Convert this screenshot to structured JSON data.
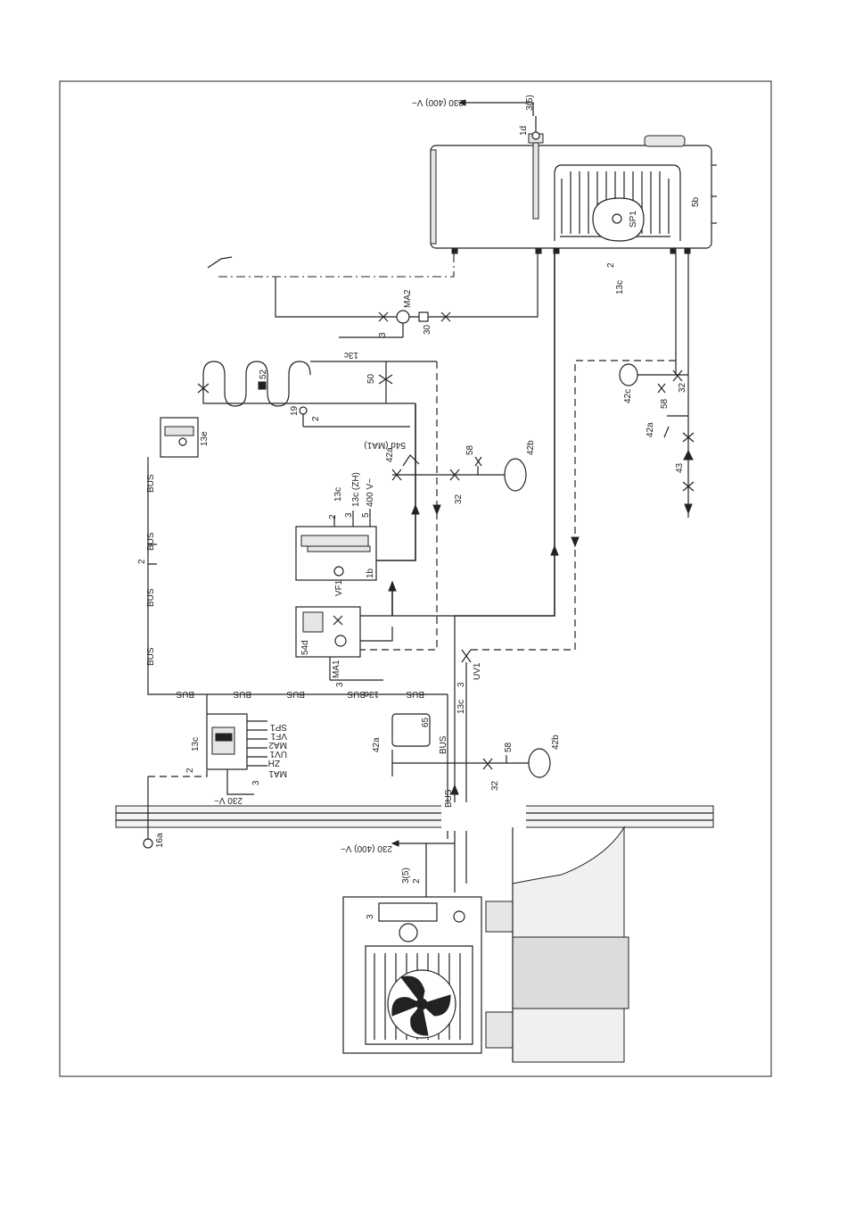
{
  "labels": {
    "l_230_top": "230 (400) V~",
    "l_35_top": "3(5)",
    "l_1d": "1d",
    "l_sp1": "SP1",
    "l_5b": "5b",
    "l_13c_tank": "13c",
    "l_2_tank": "2",
    "l_ma2": "MA2",
    "l_30": "30",
    "l_3_ma2": "3",
    "l_13c_ma2": "13c",
    "l_52": "52",
    "l_50": "50",
    "l_19": "19",
    "l_2_19": "2",
    "l_54d_ma1": "54d (MA1)",
    "l_42a_mid": "42a",
    "l_58_mid": "58",
    "l_32_mid": "32",
    "l_42b_mid": "42b",
    "l_13e": "13e",
    "l_bus1": "BUS",
    "l_bus2": "BUS",
    "l_2_bus": "2",
    "l_bus3": "BUS",
    "l_bus4": "BUS",
    "l_13c_1b": "13c",
    "l_13czh": "13c (ZH)",
    "l_400v": "400 V~",
    "l_2_1b": "2",
    "l_3_1b": "3",
    "l_5_1b": "5",
    "l_vf1": "VF1",
    "l_1b": "1b",
    "l_54d": "54d",
    "l_ma1": "MA1",
    "l_3_ma1": "3",
    "l_13c_ma1": "13c",
    "l_uv1": "UV1",
    "l_3_uv1": "3",
    "l_13c_uv1": "13c",
    "l_42c": "42c",
    "l_58_r": "58",
    "l_32_r": "32",
    "l_42a_r": "42a",
    "l_43": "43",
    "l_13c_ctrl": "13c",
    "l_out_ma1": "MA1",
    "l_out_zh": "ZH",
    "l_out_uv1": "UV1",
    "l_out_ma2": "MA2",
    "l_out_vf1": "VF1",
    "l_out_sp1": "SP1",
    "l_2_ctrl": "2",
    "l_3_ctrl": "3",
    "l_230v_ctrl": "230 V~",
    "l_16a": "16a",
    "l_bus_h1": "BUS",
    "l_bus_h2": "BUS",
    "l_bus_h3": "BUS",
    "l_bus_h4": "BUS",
    "l_bus_h5": "BUS",
    "l_65": "65",
    "l_42a_low": "42a",
    "l_bus_v": "BUS",
    "l_bus_v2": "BUS",
    "l_58_low": "58",
    "l_32_low": "32",
    "l_42b_low": "42b",
    "l_230_low": "230 (400) V~",
    "l_35_low": "3(5)",
    "l_2_low": "2",
    "l_3_hp": "3"
  }
}
